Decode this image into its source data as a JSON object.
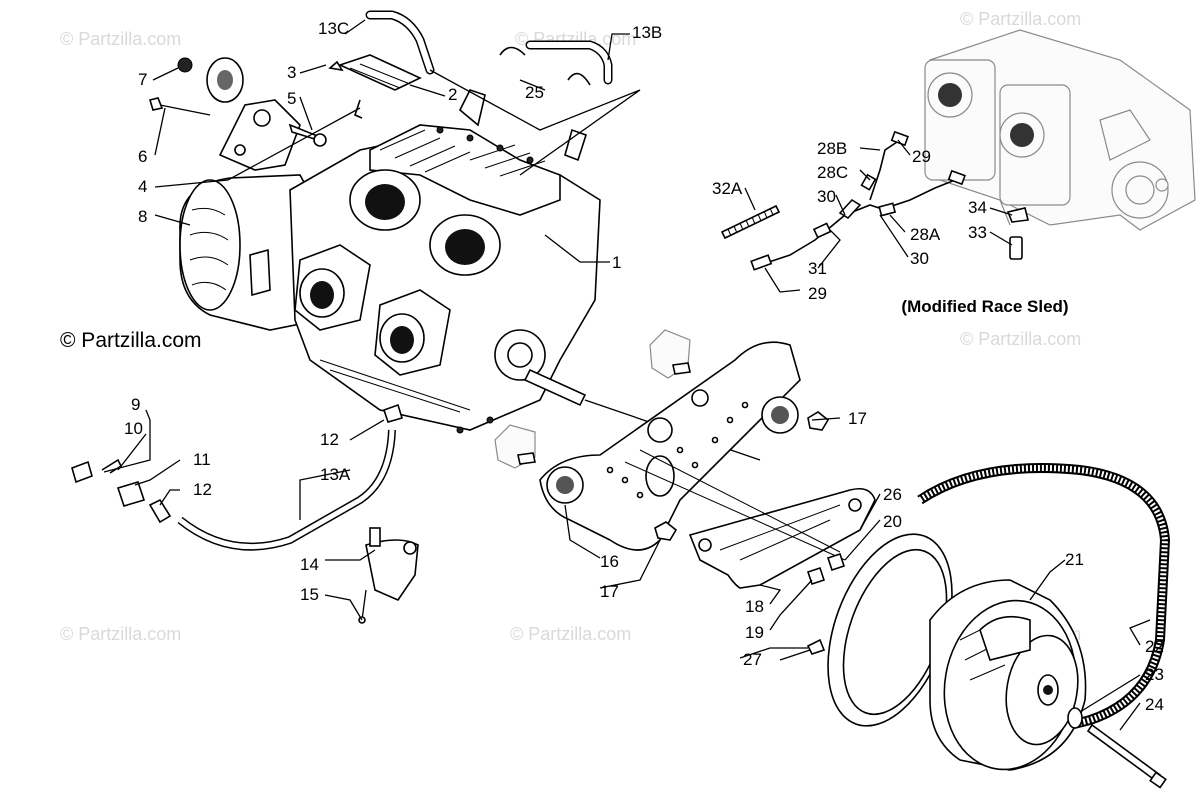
{
  "caption": "(Modified Race Sled)",
  "watermark_main": "© Partzilla.com",
  "watermark_faint": "© Partzilla.com",
  "callouts": [
    {
      "id": "13C",
      "label": "13C"
    },
    {
      "id": "13B",
      "label": "13B"
    },
    {
      "id": "3",
      "label": "3"
    },
    {
      "id": "2",
      "label": "2"
    },
    {
      "id": "25",
      "label": "25"
    },
    {
      "id": "7",
      "label": "7"
    },
    {
      "id": "5",
      "label": "5"
    },
    {
      "id": "6",
      "label": "6"
    },
    {
      "id": "4",
      "label": "4"
    },
    {
      "id": "8",
      "label": "8"
    },
    {
      "id": "1",
      "label": "1"
    },
    {
      "id": "9",
      "label": "9"
    },
    {
      "id": "10",
      "label": "10"
    },
    {
      "id": "11",
      "label": "11"
    },
    {
      "id": "12a",
      "label": "12"
    },
    {
      "id": "12b",
      "label": "12"
    },
    {
      "id": "13A",
      "label": "13A"
    },
    {
      "id": "14",
      "label": "14"
    },
    {
      "id": "15",
      "label": "15"
    },
    {
      "id": "16",
      "label": "16"
    },
    {
      "id": "17a",
      "label": "17"
    },
    {
      "id": "17b",
      "label": "17"
    },
    {
      "id": "18",
      "label": "18"
    },
    {
      "id": "19",
      "label": "19"
    },
    {
      "id": "26",
      "label": "26"
    },
    {
      "id": "20",
      "label": "20"
    },
    {
      "id": "21",
      "label": "21"
    },
    {
      "id": "22",
      "label": "22"
    },
    {
      "id": "23",
      "label": "23"
    },
    {
      "id": "24",
      "label": "24"
    },
    {
      "id": "27",
      "label": "27"
    },
    {
      "id": "32A",
      "label": "32A"
    },
    {
      "id": "28B",
      "label": "28B"
    },
    {
      "id": "28C",
      "label": "28C"
    },
    {
      "id": "30a",
      "label": "30"
    },
    {
      "id": "29a",
      "label": "29"
    },
    {
      "id": "28A",
      "label": "28A"
    },
    {
      "id": "30b",
      "label": "30"
    },
    {
      "id": "31",
      "label": "31"
    },
    {
      "id": "29b",
      "label": "29"
    },
    {
      "id": "34",
      "label": "34"
    },
    {
      "id": "33",
      "label": "33"
    }
  ]
}
